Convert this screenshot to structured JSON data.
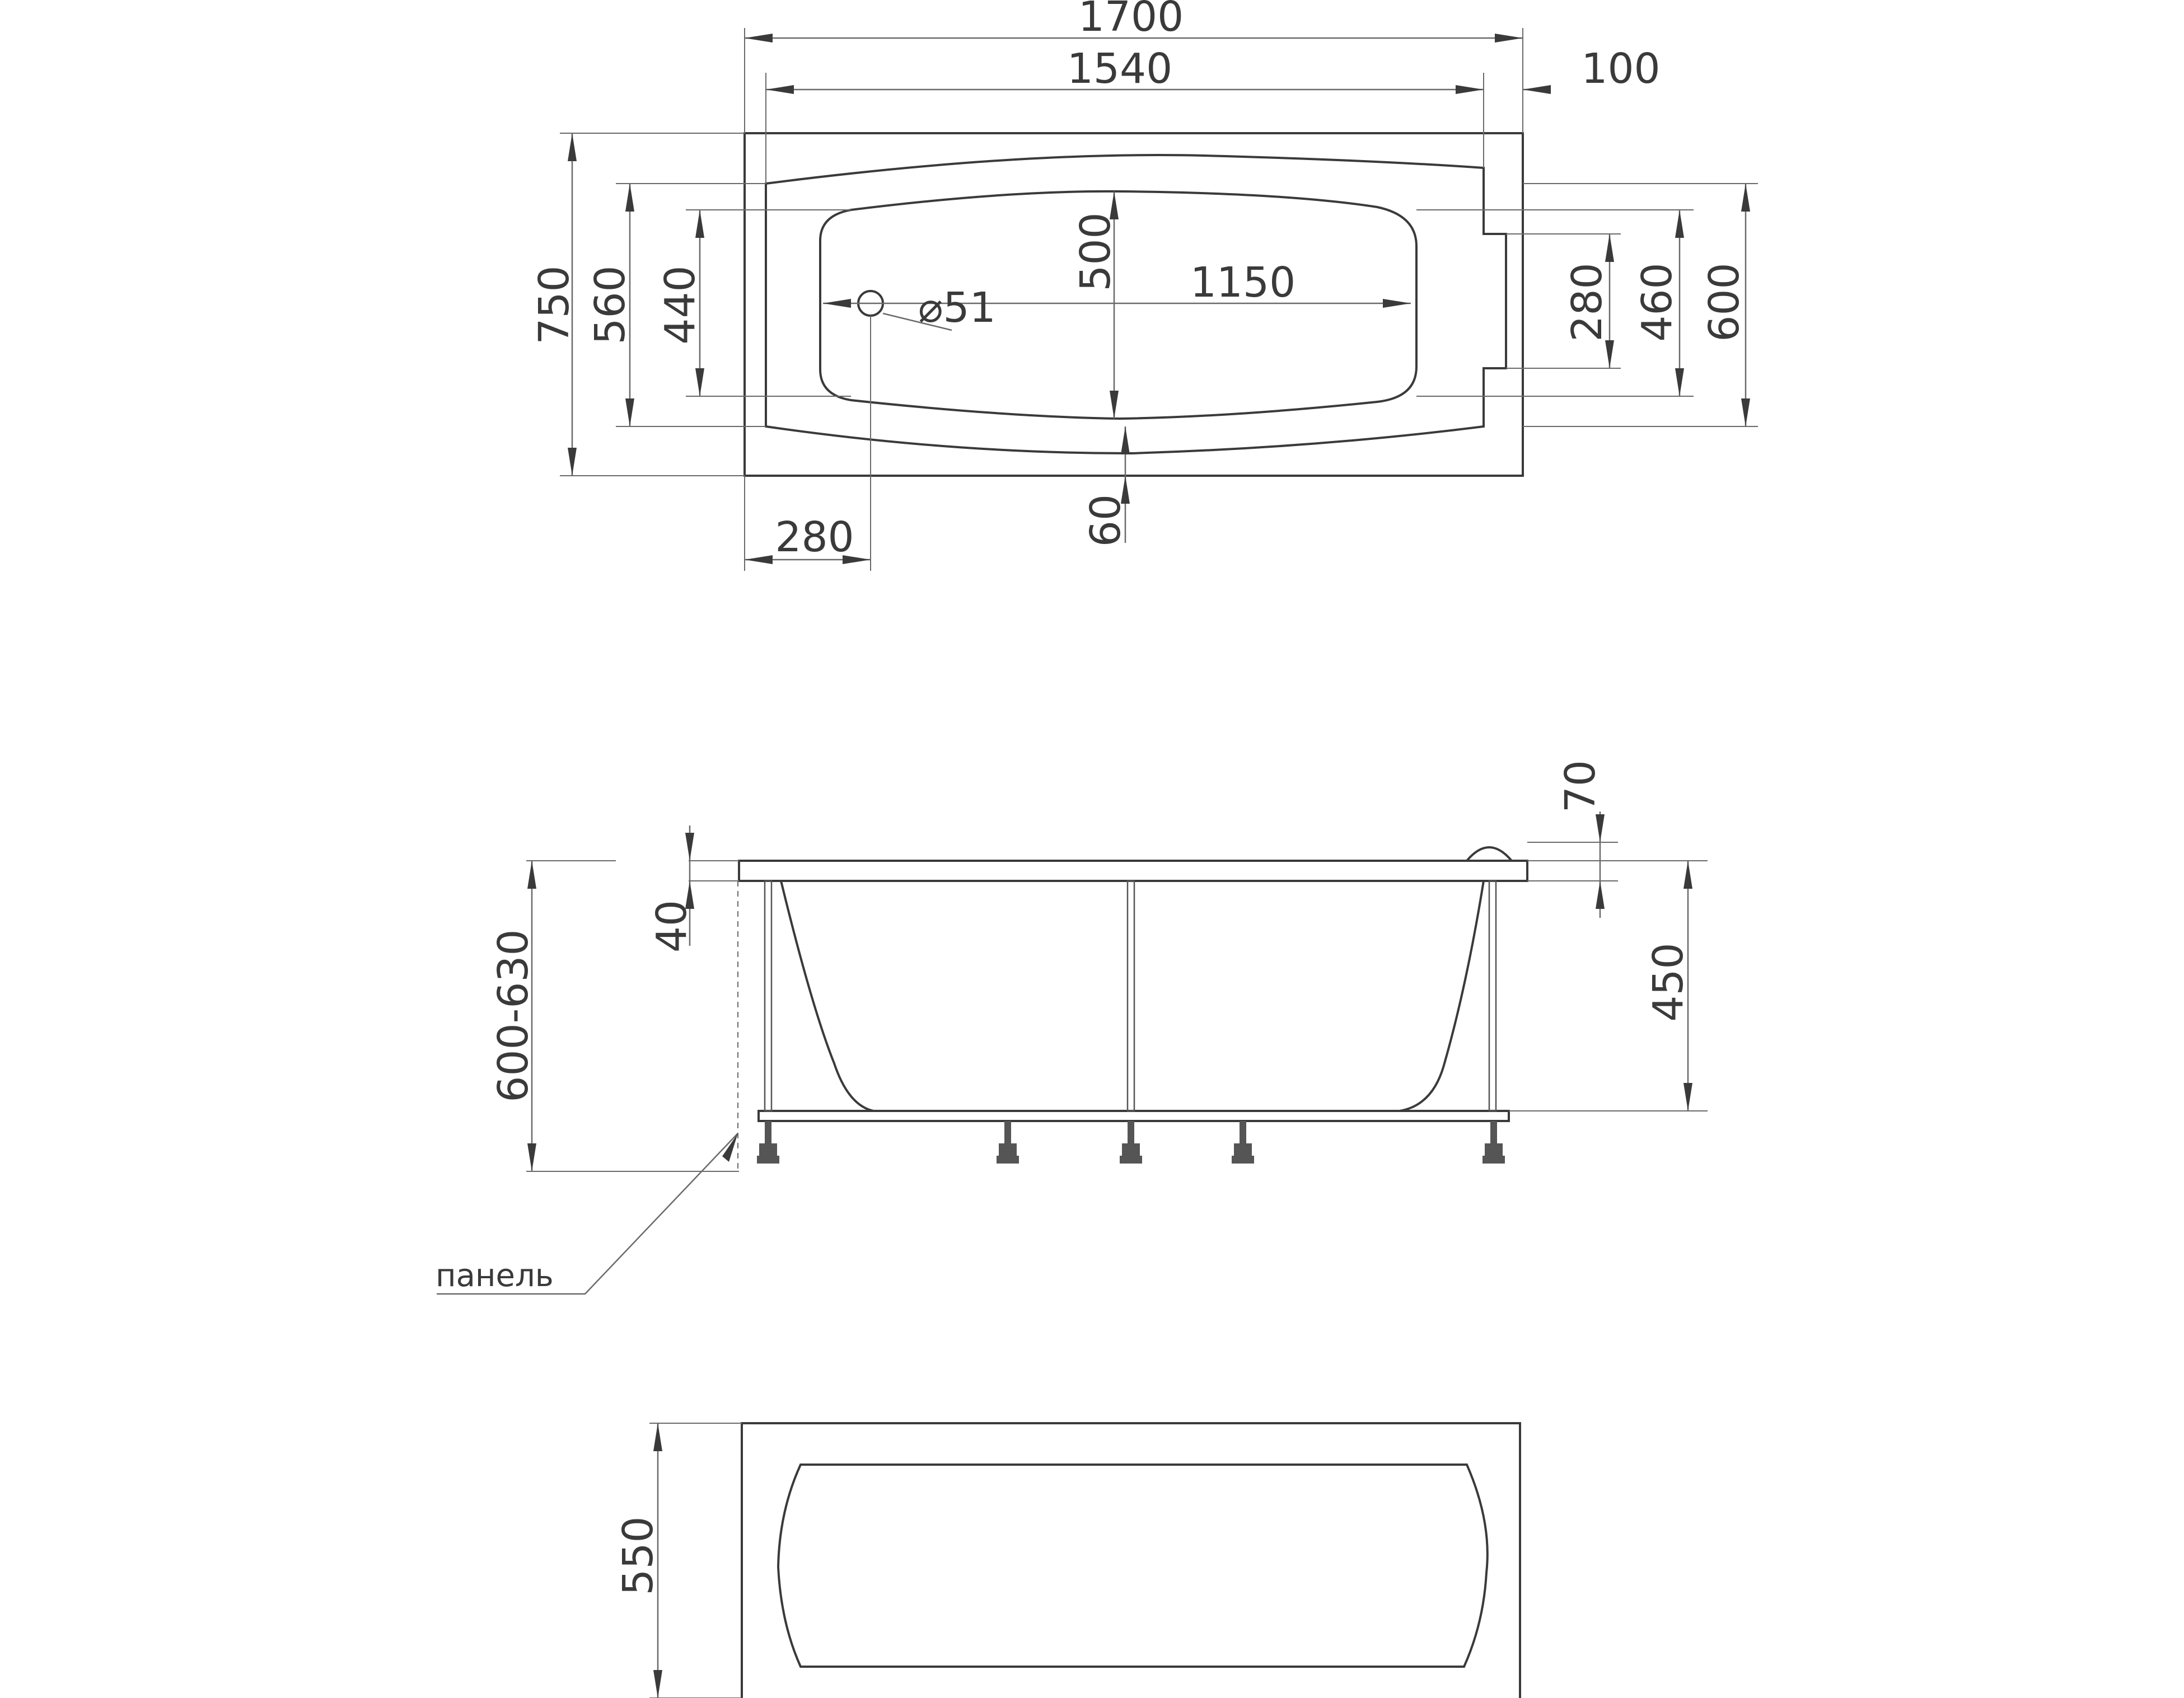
{
  "top_view": {
    "overall_length": "1700",
    "inner_length": "1540",
    "headrest_width": "100",
    "overall_width": "750",
    "rim_width": "560",
    "bottom_width": "440",
    "center_width": "500",
    "bottom_length": "1150",
    "drain_diameter": "⌀51",
    "drain_offset": "280",
    "rim_offset": "60",
    "headrest_inner": "280",
    "headrest_mid": "460",
    "headrest_outer": "600"
  },
  "side_view": {
    "lip_height": "40",
    "total_height": "600-630",
    "headrest_height": "70",
    "depth": "450",
    "panel_label": "панель"
  },
  "end_view": {
    "height": "550"
  },
  "colors": {
    "line": "#3a3a3a",
    "dimension": "#6a6a6a"
  }
}
